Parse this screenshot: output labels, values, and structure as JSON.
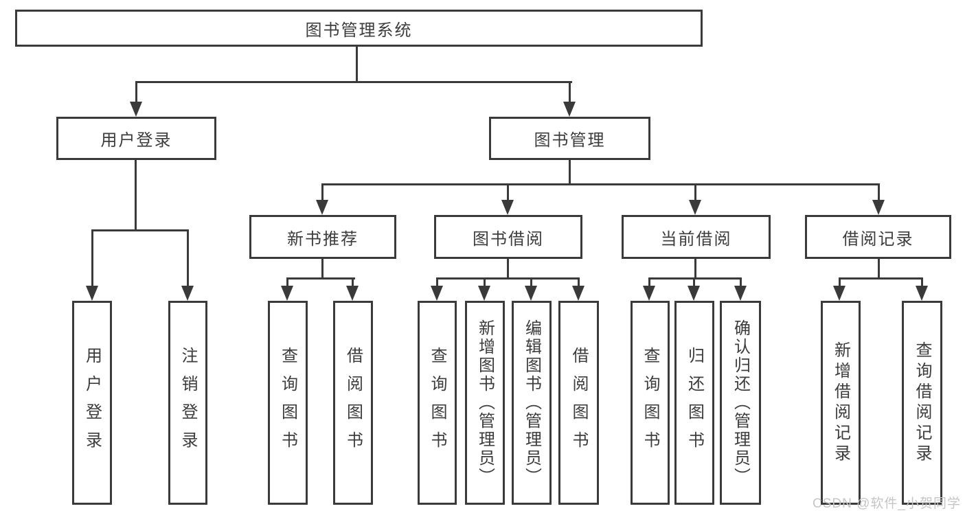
{
  "diagram": {
    "root": {
      "label": "图书管理系统"
    },
    "branches": {
      "user_login": {
        "label": "用户登录",
        "children": [
          "用户登录",
          "注销登录"
        ]
      },
      "book_mgmt": {
        "label": "图书管理"
      },
      "new_books": {
        "label": "新书推荐",
        "children": [
          "查询图书",
          "借阅图书"
        ]
      },
      "book_borrow": {
        "label": "图书借阅",
        "children": [
          "查询图书",
          "新增图书（管理员）",
          "编辑图书（管理员）",
          "借阅图书"
        ]
      },
      "current_borrow": {
        "label": "当前借阅",
        "children": [
          "查询图书",
          "归还图书",
          "确认归还（管理员）"
        ]
      },
      "borrow_records": {
        "label": "借阅记录",
        "children": [
          "新增借阅记录",
          "查询借阅记录"
        ]
      }
    },
    "watermark": "CSDN @软件_小贺同学"
  },
  "colors": {
    "line": "#3a3a3a",
    "text": "#3c3c3c",
    "watermark": "#c5c5c5",
    "node_fill": "#ffffff",
    "background": "#ffffff"
  }
}
